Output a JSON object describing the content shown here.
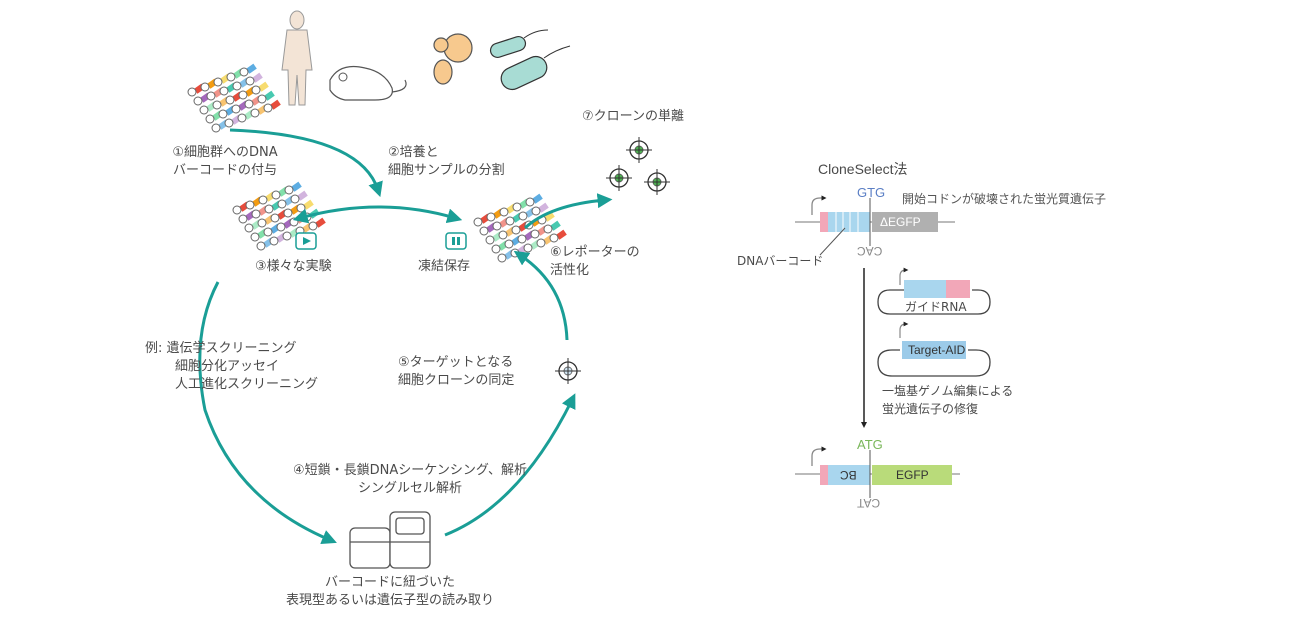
{
  "left_cycle": {
    "step1": [
      "①細胞群へのDNA",
      "バーコードの付与"
    ],
    "step2": [
      "②培養と",
      "細胞サンプルの分割"
    ],
    "step3": "③様々な実験",
    "freeze": "凍結保存",
    "examples": [
      "例: 遺伝学スクリーニング",
      "細胞分化アッセイ",
      "人工進化スクリーニング"
    ],
    "step4": [
      "④短鎖・長鎖DNAシーケンシング、解析",
      "シングルセル解析"
    ],
    "readout": [
      "バーコードに紐づいた",
      "表現型あるいは遺伝子型の読み取り"
    ],
    "step5": [
      "⑤ターゲットとなる",
      "細胞クローンの同定"
    ],
    "step6": [
      "⑥レポーターの",
      "活性化"
    ],
    "step7": "⑦クローンの単離",
    "accent_color": "#1a9e96"
  },
  "right_panel": {
    "title": "CloneSelect法",
    "top_codon": "GTG",
    "top_codon_rev": "CAC",
    "broken_gene_label": "開始コドンが破壊された蛍光質遺伝子",
    "broken_gene_name": "ΔEGFP",
    "barcode_label": "DNAバーコード",
    "guide_rna_label": "ガイドRNA",
    "target_aid_label": "Target-AID",
    "edit_label": [
      "一塩基ゲノム編集による",
      "蛍光遺伝子の修復"
    ],
    "bottom_codon": "ATG",
    "bottom_codon_rev": "CAT",
    "bc_label": "BC",
    "egfp_label": "EGFP",
    "colors": {
      "pink": "#f2a7b8",
      "blue": "#a9d6ee",
      "gray": "#b0b0b0",
      "green": "#b9db7a",
      "target_aid": "#9ccbe9"
    }
  }
}
